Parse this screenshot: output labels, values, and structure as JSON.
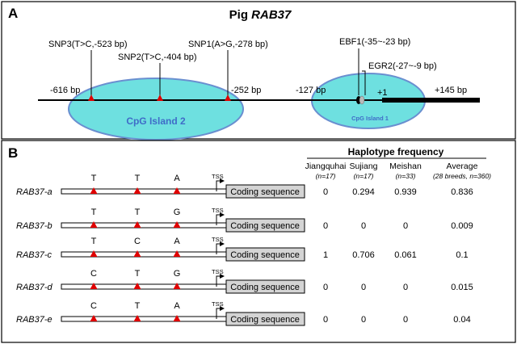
{
  "panel_a": {
    "letter": "A",
    "title_prefix": "Pig ",
    "title_gene": "RAB37",
    "snps": [
      {
        "label": "SNP3(T>C,-523 bp)"
      },
      {
        "label": "SNP2(T>C,-404 bp)"
      },
      {
        "label": "SNP1(A>G,-278 bp)"
      }
    ],
    "factors": [
      {
        "label": "EBF1(-35~-23 bp)"
      },
      {
        "label": "EGR2(-27~-9 bp)"
      }
    ],
    "positions": [
      "-616 bp",
      "-252 bp",
      "-127 bp",
      "+1",
      "+145 bp"
    ],
    "islands": [
      {
        "label": "CpG Island 2"
      },
      {
        "label": "CpG Island 1"
      }
    ],
    "colors": {
      "island_fill": "#6ee0e0",
      "island_stroke": "#6a8fd0",
      "island_text": "#3f6cc8",
      "snp_marker": "#e00000"
    }
  },
  "panel_b": {
    "letter": "B",
    "header": "Haplotype frequency",
    "columns": [
      {
        "name": "Jiangquhai",
        "n": "(n=17)"
      },
      {
        "name": "Sujiang",
        "n": "(n=17)"
      },
      {
        "name": "Meishan",
        "n": "(n=33)"
      },
      {
        "name": "Average",
        "n": "(28 breeds, n=360)"
      }
    ],
    "tss_label": "TSS",
    "coding_label": "Coding sequence",
    "rows": [
      {
        "name": "RAB37-a",
        "alleles": [
          "T",
          "T",
          "A"
        ],
        "values": [
          "0",
          "0.294",
          "0.939",
          "0.836"
        ]
      },
      {
        "name": "RAB37-b",
        "alleles": [
          "T",
          "T",
          "G"
        ],
        "values": [
          "0",
          "0",
          "0",
          "0.009"
        ]
      },
      {
        "name": "RAB37-c",
        "alleles": [
          "T",
          "C",
          "A"
        ],
        "values": [
          "1",
          "0.706",
          "0.061",
          "0.1"
        ]
      },
      {
        "name": "RAB37-d",
        "alleles": [
          "C",
          "T",
          "G"
        ],
        "values": [
          "0",
          "0",
          "0",
          "0.015"
        ]
      },
      {
        "name": "RAB37-e",
        "alleles": [
          "C",
          "T",
          "A"
        ],
        "values": [
          "0",
          "0",
          "0",
          "0.04"
        ]
      }
    ]
  }
}
